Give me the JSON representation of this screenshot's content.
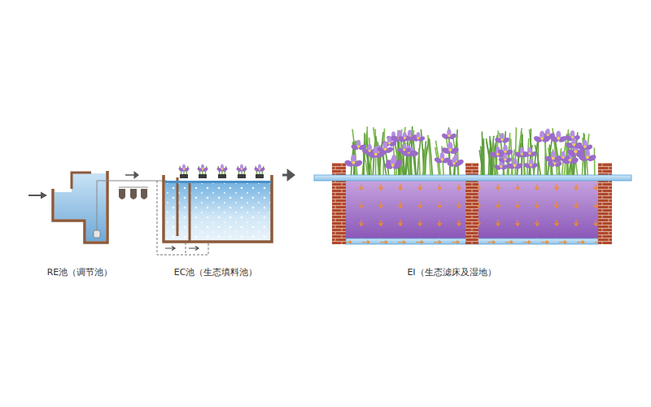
{
  "diagram": {
    "nodes": [
      {
        "text": [
          "RE池（调节池）"
        ]
      },
      {
        "text": [
          "EC池（生态填料池）"
        ]
      },
      {
        "text": [
          "EI（生态滤床及湿地）"
        ]
      }
    ],
    "edges": [
      {
        "from": 0,
        "to": 1,
        "arrow": "to"
      },
      {
        "from": 1,
        "to": 2,
        "arrow": "to"
      }
    ]
  }
}
